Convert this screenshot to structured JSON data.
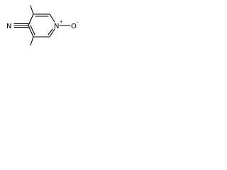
{
  "molecule": {
    "atoms": {
      "nitrile_n": "N",
      "ring_n": "N",
      "ring_n_charge": "+",
      "oxygen": "O",
      "oxygen_charge": "-"
    },
    "colors": {
      "bond": "#000000",
      "text": "#000000",
      "background": "#ffffff"
    }
  }
}
